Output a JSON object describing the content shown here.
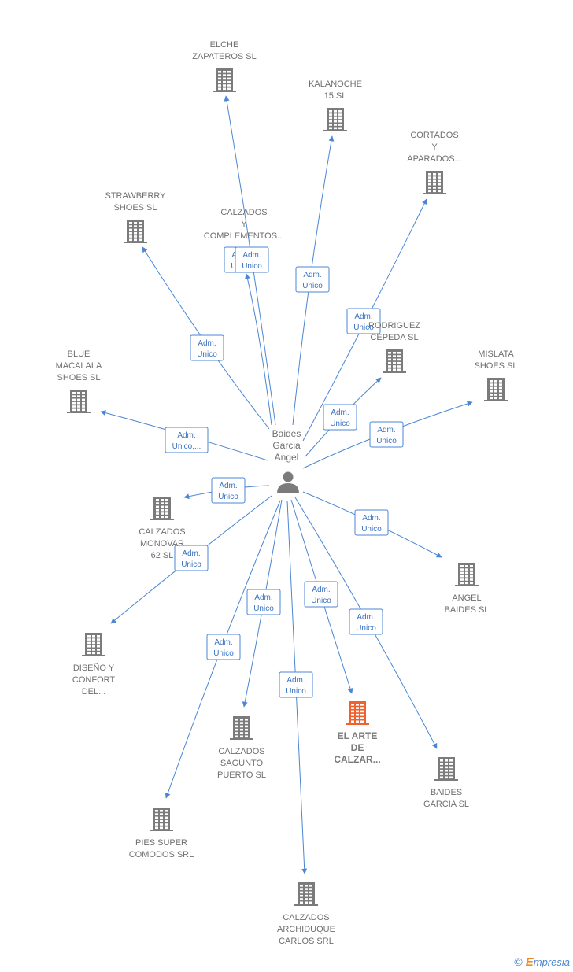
{
  "center": {
    "label_lines": [
      "Baides",
      "Garcia",
      "Angel"
    ],
    "icon": "person-icon"
  },
  "colors": {
    "edge": "#4a86d4",
    "building": "#7b7b7b",
    "building_highlight": "#f0612d",
    "person": "#7b7b7b"
  },
  "nodes": [
    {
      "id": "elche",
      "label_lines": [
        "ELCHE",
        "ZAPATEROS SL"
      ],
      "icon": "building-icon",
      "highlight": false
    },
    {
      "id": "kalanoche",
      "label_lines": [
        "KALANOCHE",
        "15  SL"
      ],
      "icon": "building-icon",
      "highlight": false
    },
    {
      "id": "cortados",
      "label_lines": [
        "CORTADOS",
        "Y",
        "APARADOS..."
      ],
      "icon": "building-icon",
      "highlight": false
    },
    {
      "id": "strawberry",
      "label_lines": [
        "STRAWBERRY",
        "SHOES  SL"
      ],
      "icon": "building-icon",
      "highlight": false
    },
    {
      "id": "calzados-complementos",
      "label_lines": [
        "CALZADOS",
        "Y",
        "COMPLEMENTOS..."
      ],
      "icon": "none",
      "highlight": false
    },
    {
      "id": "rodriguez",
      "label_lines": [
        "RODRIGUEZ",
        "CEPEDA  SL"
      ],
      "icon": "building-icon",
      "highlight": false
    },
    {
      "id": "mislata",
      "label_lines": [
        "MISLATA",
        "SHOES  SL"
      ],
      "icon": "building-icon",
      "highlight": false
    },
    {
      "id": "blue",
      "label_lines": [
        "BLUE",
        "MACALALA",
        "SHOES  SL"
      ],
      "icon": "building-icon",
      "highlight": false
    },
    {
      "id": "monovar",
      "label_lines": [
        "CALZADOS",
        "MONOVAR",
        "62 SL"
      ],
      "icon": "building-icon",
      "highlight": false
    },
    {
      "id": "angel-baides",
      "label_lines": [
        "ANGEL",
        "BAIDES  SL"
      ],
      "icon": "building-icon",
      "highlight": false
    },
    {
      "id": "diseno",
      "label_lines": [
        "DISEÑO Y",
        "CONFORT",
        "DEL..."
      ],
      "icon": "building-icon",
      "highlight": false
    },
    {
      "id": "sagunto",
      "label_lines": [
        "CALZADOS",
        "SAGUNTO",
        "PUERTO  SL"
      ],
      "icon": "building-icon",
      "highlight": false
    },
    {
      "id": "arte",
      "label_lines": [
        "EL ARTE",
        "DE",
        "CALZAR..."
      ],
      "icon": "building-icon",
      "highlight": true
    },
    {
      "id": "baides-garcia",
      "label_lines": [
        "BAIDES",
        "GARCIA  SL"
      ],
      "icon": "building-icon",
      "highlight": false
    },
    {
      "id": "pies",
      "label_lines": [
        "PIES SUPER",
        "COMODOS SRL"
      ],
      "icon": "building-icon",
      "highlight": false
    },
    {
      "id": "archiduque",
      "label_lines": [
        "CALZADOS",
        "ARCHIDUQUE",
        "CARLOS SRL"
      ],
      "icon": "building-icon",
      "highlight": false
    }
  ],
  "edges": [
    {
      "to": "elche",
      "label_lines": [
        "Adm.",
        "Unico"
      ]
    },
    {
      "to": "kalanoche",
      "label_lines": [
        "Adm.",
        "Unico"
      ]
    },
    {
      "to": "cortados",
      "label_lines": [
        "Adm.",
        "Unico"
      ]
    },
    {
      "to": "strawberry",
      "label_lines": [
        "Adm.",
        "Unico"
      ]
    },
    {
      "to": "calzados-complementos",
      "label_lines": [
        "Adm.",
        "Unico"
      ]
    },
    {
      "to": "rodriguez",
      "label_lines": [
        "Adm.",
        "Unico"
      ]
    },
    {
      "to": "mislata",
      "label_lines": [
        "Adm.",
        "Unico"
      ]
    },
    {
      "to": "blue",
      "label_lines": [
        "Adm.",
        "Unico,..."
      ]
    },
    {
      "to": "monovar",
      "label_lines": [
        "Adm.",
        "Unico"
      ]
    },
    {
      "to": "angel-baides",
      "label_lines": [
        "Adm.",
        "Unico"
      ]
    },
    {
      "to": "diseno",
      "label_lines": [
        "Adm.",
        "Unico"
      ]
    },
    {
      "to": "sagunto",
      "label_lines": [
        "Adm.",
        "Unico"
      ]
    },
    {
      "to": "arte",
      "label_lines": [
        "Adm.",
        "Unico"
      ]
    },
    {
      "to": "baides-garcia",
      "label_lines": [
        "Adm.",
        "Unico"
      ]
    },
    {
      "to": "pies",
      "label_lines": [
        "Adm.",
        "Unico"
      ]
    },
    {
      "to": "archiduque",
      "label_lines": [
        "Adm.",
        "Unico"
      ]
    }
  ],
  "watermark": {
    "copyright": "©",
    "brand_initial": "E",
    "brand_rest": "mpresia"
  }
}
